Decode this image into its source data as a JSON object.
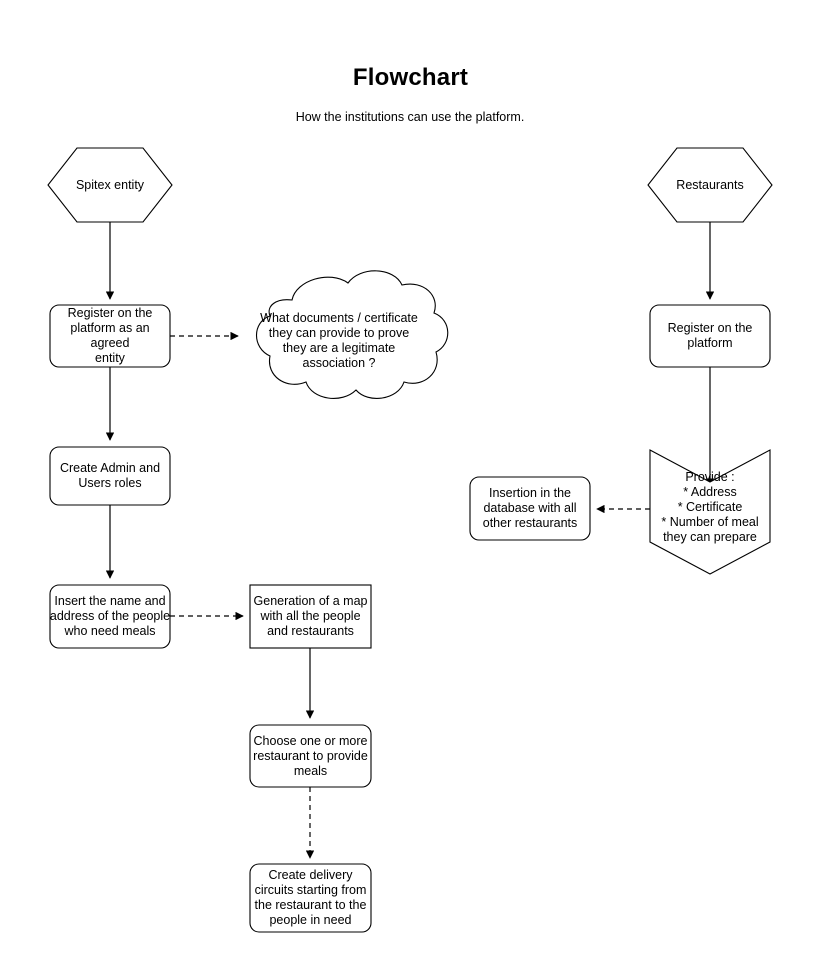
{
  "header": {
    "title": "Flowchart",
    "subtitle": "How the institutions can use the platform."
  },
  "nodes": {
    "spitex_entity": {
      "label": "Spitex entity",
      "shape": "hexagon"
    },
    "register_agreed": {
      "label": "Register on the\nplatform as an agreed\nentity",
      "shape": "rounded-rect"
    },
    "documents_cloud": {
      "label": "What documents / certificate\nthey can provide to prove\nthey are a legitimate\nassociation ?",
      "shape": "cloud"
    },
    "create_roles": {
      "label": "Create Admin and\nUsers roles",
      "shape": "rounded-rect"
    },
    "insert_people": {
      "label": "Insert the name and\naddress of the people\nwho need meals",
      "shape": "rounded-rect"
    },
    "generate_map": {
      "label": "Generation of a map\nwith all the people\nand restaurants",
      "shape": "rect"
    },
    "choose_restaurant": {
      "label": "Choose one or more\nrestaurant to provide\nmeals",
      "shape": "rounded-rect"
    },
    "create_circuits": {
      "label": "Create delivery\ncircuits starting from\nthe restaurant to the\npeople in need",
      "shape": "rounded-rect"
    },
    "restaurants": {
      "label": "Restaurants",
      "shape": "hexagon"
    },
    "register_platform": {
      "label": "Register on the\nplatform",
      "shape": "rounded-rect"
    },
    "provide_details": {
      "label": "Provide :\n* Address\n* Certificate\n* Number of meal\nthey can prepare",
      "shape": "banner"
    },
    "insertion_database": {
      "label": "Insertion in the\ndatabase with all\nother restaurants",
      "shape": "rounded-rect"
    }
  },
  "edges": [
    {
      "name": "spitex-to-register",
      "style": "solid",
      "from": "spitex_entity",
      "to": "register_agreed"
    },
    {
      "name": "register-to-cloud",
      "style": "dashed",
      "from": "register_agreed",
      "to": "documents_cloud"
    },
    {
      "name": "register-to-roles",
      "style": "solid",
      "from": "register_agreed",
      "to": "create_roles"
    },
    {
      "name": "roles-to-insert",
      "style": "solid",
      "from": "create_roles",
      "to": "insert_people"
    },
    {
      "name": "insert-to-map",
      "style": "dashed",
      "from": "insert_people",
      "to": "generate_map"
    },
    {
      "name": "map-to-choose",
      "style": "solid",
      "from": "generate_map",
      "to": "choose_restaurant"
    },
    {
      "name": "choose-to-circuits",
      "style": "dashed",
      "from": "choose_restaurant",
      "to": "create_circuits"
    },
    {
      "name": "restaurants-to-register",
      "style": "solid",
      "from": "restaurants",
      "to": "register_platform"
    },
    {
      "name": "register-to-provide",
      "style": "solid",
      "from": "register_platform",
      "to": "provide_details"
    },
    {
      "name": "provide-to-insertion",
      "style": "dashed",
      "from": "provide_details",
      "to": "insertion_database"
    }
  ],
  "colors": {
    "stroke": "#000000",
    "fill": "#ffffff",
    "text": "#000000",
    "background": "#ffffff"
  }
}
